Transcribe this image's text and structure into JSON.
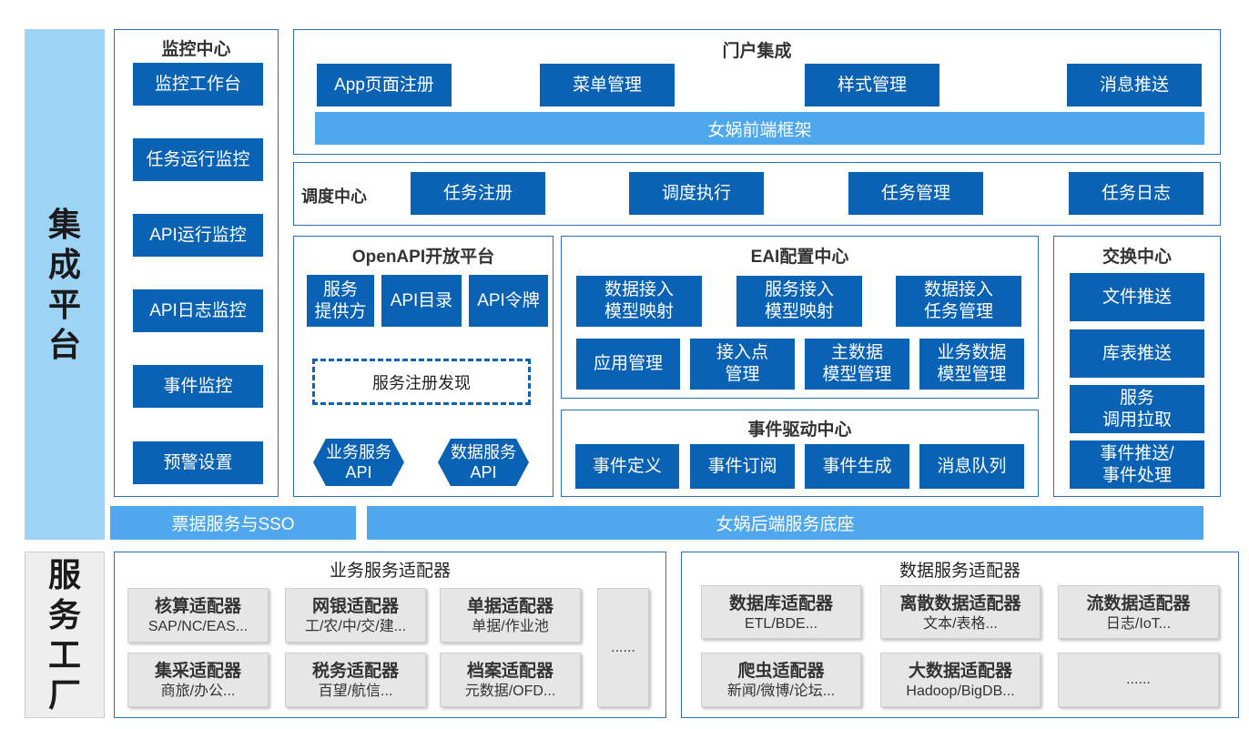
{
  "sidebar": {
    "integration": "集成平台",
    "service": "服务工厂"
  },
  "monitor": {
    "title": "监控中心",
    "items": [
      "监控工作台",
      "任务运行监控",
      "API运行监控",
      "API日志监控",
      "事件监控",
      "预警设置"
    ]
  },
  "portal": {
    "title": "门户集成",
    "items": [
      "App页面注册",
      "菜单管理",
      "样式管理",
      "消息推送"
    ],
    "framework": "女娲前端框架"
  },
  "schedule": {
    "title": "调度中心",
    "items": [
      "任务注册",
      "调度执行",
      "任务管理",
      "任务日志"
    ]
  },
  "openapi": {
    "title": "OpenAPI开放平台",
    "items": [
      "服务\n提供方",
      "API目录",
      "API令牌"
    ],
    "registry": "服务注册发现",
    "hex": [
      "业务服务\nAPI",
      "数据服务\nAPI"
    ]
  },
  "eai": {
    "title": "EAI配置中心",
    "row1": [
      "数据接入\n模型映射",
      "服务接入\n模型映射",
      "数据接入\n任务管理"
    ],
    "row2": [
      "应用管理",
      "接入点\n管理",
      "主数据\n模型管理",
      "业务数据\n模型管理"
    ]
  },
  "event": {
    "title": "事件驱动中心",
    "items": [
      "事件定义",
      "事件订阅",
      "事件生成",
      "消息队列"
    ]
  },
  "exchange": {
    "title": "交换中心",
    "items": [
      "文件推送",
      "库表推送",
      "服务\n调用拉取",
      "事件推送/\n事件处理"
    ]
  },
  "bottom_bars": {
    "sso": "票据服务与SSO",
    "backend": "女娲后端服务底座"
  },
  "biz_adapters": {
    "title": "业务服务适配器",
    "items": [
      {
        "name": "核算适配器",
        "sub": "SAP/NC/EAS..."
      },
      {
        "name": "网银适配器",
        "sub": "工/农/中/交/建..."
      },
      {
        "name": "单据适配器",
        "sub": "单据/作业池"
      },
      {
        "name": "集采适配器",
        "sub": "商旅/办公..."
      },
      {
        "name": "税务适配器",
        "sub": "百望/航信..."
      },
      {
        "name": "档案适配器",
        "sub": "元数据/OFD..."
      }
    ],
    "more": "......"
  },
  "data_adapters": {
    "title": "数据服务适配器",
    "items": [
      {
        "name": "数据库适配器",
        "sub": "ETL/BDE..."
      },
      {
        "name": "离散数据适配器",
        "sub": "文本/表格..."
      },
      {
        "name": "流数据适配器",
        "sub": "日志/IoT..."
      },
      {
        "name": "爬虫适配器",
        "sub": "新闻/微博/论坛..."
      },
      {
        "name": "大数据适配器",
        "sub": "Hadoop/BigDB..."
      }
    ],
    "more": "......"
  },
  "colors": {
    "primary": "#0a62b5",
    "light": "#4fa8ee",
    "sidebar_top": "#9dd3f5",
    "sidebar_bottom": "#eeeeee"
  }
}
